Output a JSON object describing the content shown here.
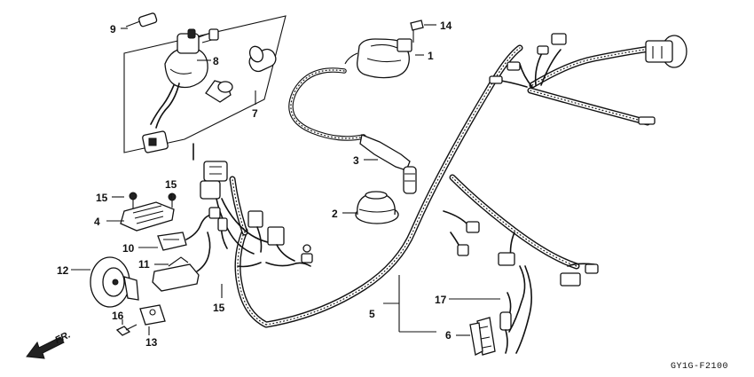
{
  "diagram_code": "GY1G-F2100",
  "direction_label": "FR.",
  "callouts": [
    {
      "id": "c1",
      "label": "1"
    },
    {
      "id": "c2",
      "label": "2"
    },
    {
      "id": "c3",
      "label": "3"
    },
    {
      "id": "c4",
      "label": "4"
    },
    {
      "id": "c5",
      "label": "5"
    },
    {
      "id": "c6",
      "label": "6"
    },
    {
      "id": "c7",
      "label": "7"
    },
    {
      "id": "c8",
      "label": "8"
    },
    {
      "id": "c9",
      "label": "9"
    },
    {
      "id": "c10",
      "label": "10"
    },
    {
      "id": "c11",
      "label": "11"
    },
    {
      "id": "c12",
      "label": "12"
    },
    {
      "id": "c13",
      "label": "13"
    },
    {
      "id": "c14",
      "label": "14"
    },
    {
      "id": "c15a",
      "label": "15"
    },
    {
      "id": "c15b",
      "label": "15"
    },
    {
      "id": "c15c",
      "label": "15"
    },
    {
      "id": "c16",
      "label": "16"
    },
    {
      "id": "c17",
      "label": "17"
    }
  ]
}
